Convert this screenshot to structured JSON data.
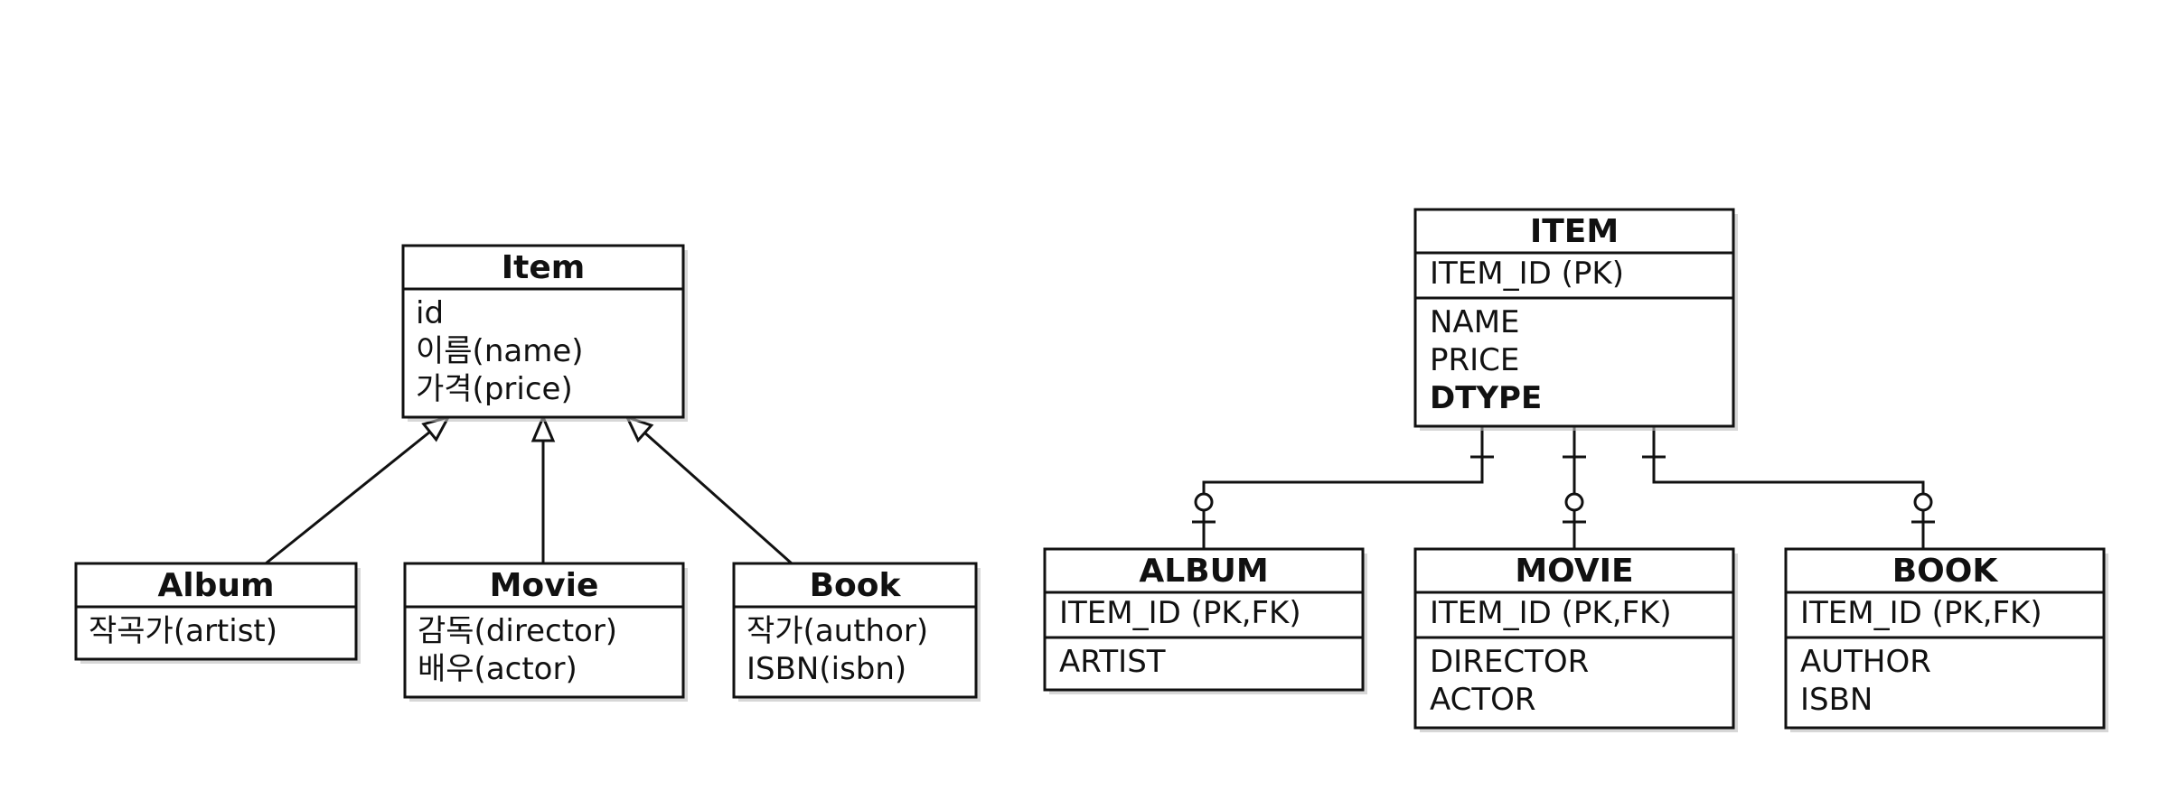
{
  "class_diagram": {
    "parent": {
      "title": "Item",
      "attributes": [
        "id",
        "이름(name)",
        "가격(price)"
      ]
    },
    "children": [
      {
        "key": "album",
        "title": "Album",
        "attributes": [
          "작곡가(artist)"
        ]
      },
      {
        "key": "movie",
        "title": "Movie",
        "attributes": [
          "감독(director)",
          "배우(actor)"
        ]
      },
      {
        "key": "book",
        "title": "Book",
        "attributes": [
          "작가(author)",
          "ISBN(isbn)"
        ]
      }
    ]
  },
  "er_diagram": {
    "parent": {
      "title": "ITEM",
      "pk": [
        "ITEM_ID (PK)"
      ],
      "attributes": [
        "NAME",
        "PRICE",
        "DTYPE"
      ],
      "bold_attributes": [
        "DTYPE"
      ]
    },
    "children": [
      {
        "key": "album",
        "title": "ALBUM",
        "pk": [
          "ITEM_ID (PK,FK)"
        ],
        "attributes": [
          "ARTIST"
        ]
      },
      {
        "key": "movie",
        "title": "MOVIE",
        "pk": [
          "ITEM_ID (PK,FK)"
        ],
        "attributes": [
          "DIRECTOR",
          "ACTOR"
        ]
      },
      {
        "key": "book",
        "title": "BOOK",
        "pk": [
          "ITEM_ID (PK,FK)"
        ],
        "attributes": [
          "AUTHOR",
          "ISBN"
        ]
      }
    ]
  }
}
